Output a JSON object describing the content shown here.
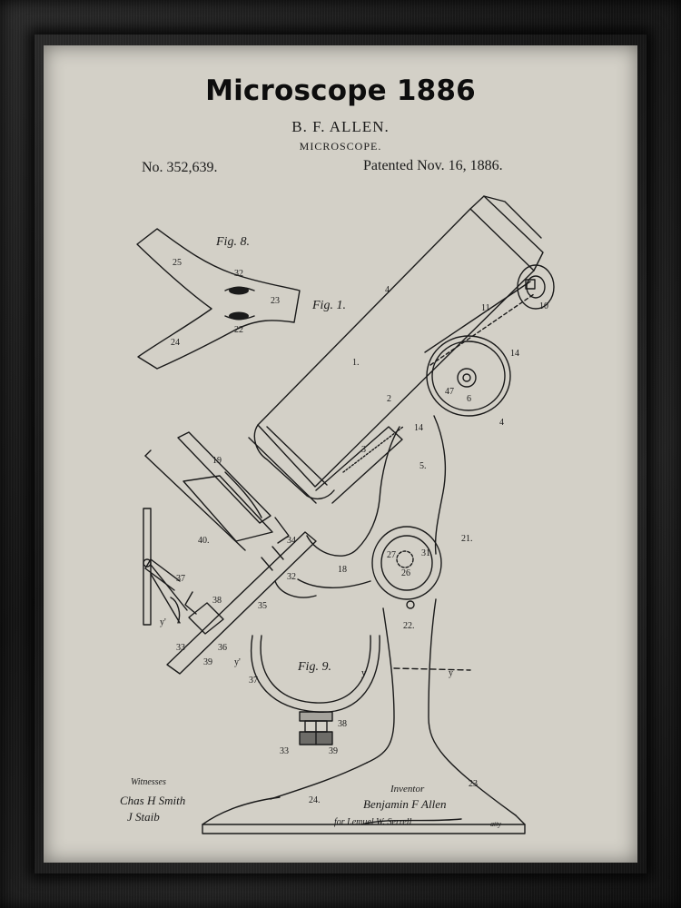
{
  "poster": {
    "title": "Microscope 1886",
    "inventor": "B. F. ALLEN.",
    "subject": "MICROSCOPE.",
    "patent_number": "No. 352,639.",
    "patent_date": "Patented Nov. 16, 1886."
  },
  "figures": {
    "fig1": "Fig. 1.",
    "fig8": "Fig. 8.",
    "fig9": "Fig. 9."
  },
  "labels": {
    "l1": "1.",
    "l2": "2",
    "l3": "3",
    "l4": "4",
    "l4b": "4",
    "l5": "5.",
    "l6": "6",
    "l10": "10",
    "l11": "11",
    "l14": "14",
    "l14b": "14",
    "l18": "18",
    "l19": "19",
    "l21": "21.",
    "l22": "22.",
    "l23": "23",
    "l23b": "23",
    "l24": "24.",
    "l24b": "24",
    "l25": "25",
    "l26": "26",
    "l27": "27",
    "l31": "31",
    "l32": "32",
    "l32b": "32",
    "l32c": "22",
    "l33": "33",
    "l33b": "33",
    "l34": "34",
    "l35": "35",
    "l36": "36",
    "l37": "37",
    "l37b": "37.",
    "l38": "38",
    "l38b": "38",
    "l39": "39",
    "l39b": "39",
    "l40": "40.",
    "l47": "47",
    "y1": "y",
    "y2": "y",
    "y3": "y'",
    "y4": "y'"
  },
  "signatures": {
    "witnesses_label": "Witnesses",
    "witness_1": "Chas H Smith",
    "witness_2": "J Staib",
    "inventor_label": "Inventor",
    "inventor_name": "Benjamin F Allen",
    "attorney": "for Lemuel W. Serrell",
    "attorney_suffix": "atty"
  }
}
